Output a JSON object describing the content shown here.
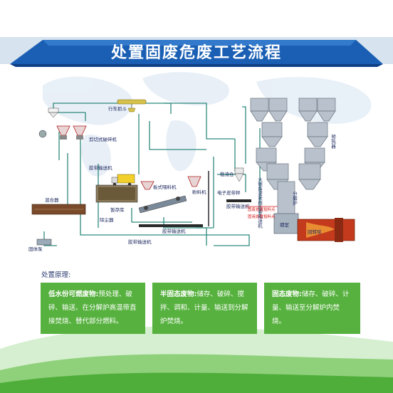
{
  "header": {
    "title": "处置固废危废工艺流程"
  },
  "diagram": {
    "labels": {
      "crane": "行车抓斗",
      "shear_crusher": "剪切式破碎机",
      "belt_conveyor_1": "胶带输送机",
      "plate_feeder": "板式喂料机",
      "powder_silo": "粉料机",
      "mixer": "混合器",
      "temp_bin": "暂存库",
      "dust_collector": "除尘器",
      "belt_conveyor_2": "胶带输送机",
      "belt_conveyor_3": "胶带输送机",
      "solid_pump": "固体泵",
      "incline_conveyor": "大倾角波状挡边带输送机",
      "bin": "稳流仓",
      "e_belt_scale": "电子皮带秤",
      "belt_conveyor_4": "胶带输送机",
      "calciner": "分解炉",
      "preheater": "预热器",
      "smoke_chamber": "烟室",
      "rotary_kiln": "回转窑",
      "feed_point_1": "固废处置投料点",
      "feed_point_2": "固液处置投料点"
    }
  },
  "principles": {
    "title": "处置原理:",
    "card1": {
      "term": "低水份可燃废物:",
      "text": "预处理、破碎、输送、在分解炉高温带直接焚烧、替代部分燃料。"
    },
    "card2": {
      "term": "半固态废物:",
      "text": "储存、破碎、搅拌、调和、计量、输送到分解炉焚烧。"
    },
    "card3": {
      "term": "固态废物:",
      "text": "储存、破碎、计量、输送至分解炉内焚烧。"
    }
  },
  "colors": {
    "header_blue": "#1a5fb4",
    "card_green": "#56b13e",
    "pipe_teal": "#2f8a7d",
    "kiln_red": "#c43a1c"
  }
}
